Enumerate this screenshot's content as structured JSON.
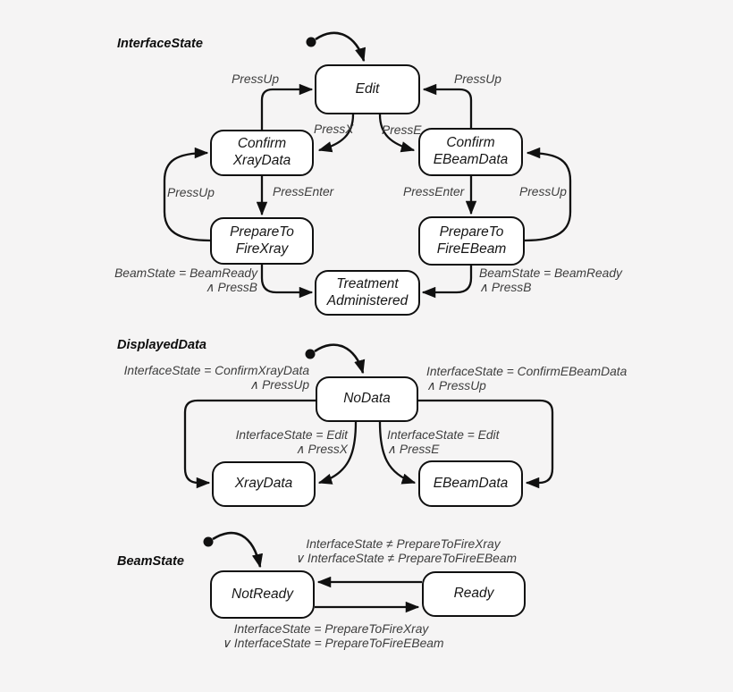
{
  "colors": {
    "background": "#f5f4f4",
    "ink": "#101010",
    "label": "#3d3d3d",
    "state_fill": "#ffffff"
  },
  "machines": {
    "interface_state": {
      "title": "InterfaceState",
      "states": {
        "edit": {
          "lines": [
            "Edit"
          ]
        },
        "confirm_xray": {
          "lines": [
            "Confirm",
            "XrayData"
          ]
        },
        "confirm_ebeam": {
          "lines": [
            "Confirm",
            "EBeamData"
          ]
        },
        "prepare_fire_xray": {
          "lines": [
            "PrepareTo",
            "FireXray"
          ]
        },
        "prepare_fire_ebeam": {
          "lines": [
            "PrepareTo",
            "FireEBeam"
          ]
        },
        "treatment_administered": {
          "lines": [
            "Treatment",
            "Administered"
          ]
        }
      },
      "labels": {
        "press_up_left_top": "PressUp",
        "press_up_right_top": "PressUp",
        "press_x": "PressX",
        "press_e": "PressE",
        "press_enter_left": "PressEnter",
        "press_enter_right": "PressEnter",
        "press_up_left_loop": "PressUp",
        "press_up_right_loop": "PressUp",
        "fire_xray_guard": {
          "lines": [
            "BeamState = BeamReady",
            "∧ PressB"
          ]
        },
        "fire_ebeam_guard": {
          "lines": [
            "BeamState = BeamReady",
            "∧ PressB"
          ]
        }
      }
    },
    "displayed_data": {
      "title": "DisplayedData",
      "states": {
        "no_data": {
          "lines": [
            "NoData"
          ]
        },
        "xray_data": {
          "lines": [
            "XrayData"
          ]
        },
        "ebeam_data": {
          "lines": [
            "EBeamData"
          ]
        }
      },
      "labels": {
        "confirm_xray_guard": {
          "lines": [
            "InterfaceState = ConfirmXrayData",
            "∧ PressUp"
          ]
        },
        "confirm_ebeam_guard": {
          "lines": [
            "InterfaceState = ConfirmEBeamData",
            "∧ PressUp"
          ]
        },
        "edit_x_guard": {
          "lines": [
            "InterfaceState = Edit",
            "∧ PressX"
          ]
        },
        "edit_e_guard": {
          "lines": [
            "InterfaceState = Edit",
            "∧ PressE"
          ]
        }
      }
    },
    "beam_state": {
      "title": "BeamState",
      "states": {
        "not_ready": {
          "lines": [
            "NotReady"
          ]
        },
        "ready": {
          "lines": [
            "Ready"
          ]
        }
      },
      "labels": {
        "to_not_ready_guard": {
          "lines": [
            "InterfaceState ≠ PrepareToFireXray",
            "∨ InterfaceState ≠ PrepareToFireEBeam"
          ]
        },
        "to_ready_guard": {
          "lines": [
            "InterfaceState = PrepareToFireXray",
            "∨ InterfaceState = PrepareToFireEBeam"
          ]
        }
      }
    }
  }
}
